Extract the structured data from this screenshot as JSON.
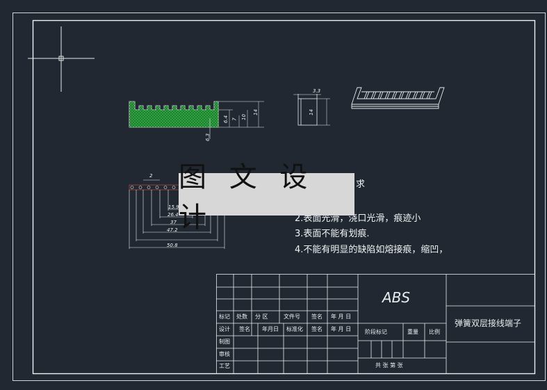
{
  "watermark": {
    "text": "图 文 设 计"
  },
  "requirements": {
    "title_fragment": "求",
    "items": [
      "2.表面光滑，浇口光滑，痕迹小",
      "3.表面不能有划痕.",
      "4.不能有明显的缺陷如熔接痕，缩凹，"
    ]
  },
  "dimensions": {
    "front_view": [
      "6.4",
      "7",
      "10",
      "14",
      "6.3"
    ],
    "side_view": [
      "3.3",
      "14"
    ],
    "bottom_view": [
      "2",
      "15.9",
      "26.4",
      "37",
      "47.2",
      "50.8"
    ]
  },
  "title_block": {
    "material": "ABS",
    "part_name": "弹簧双层接线端子",
    "header_row": [
      "标记",
      "处数",
      "分 区",
      "文件号",
      "签名",
      "年 月 日"
    ],
    "design_row": [
      "设计",
      "签名",
      "年月日",
      "标准化",
      "签名",
      "年 月 日"
    ],
    "stage_labels": [
      "阶段标记",
      "重量",
      "比例"
    ],
    "left_labels": [
      "制图",
      "审核",
      "工艺"
    ],
    "sheet_info": "共  张 第  张"
  },
  "colors": {
    "background": "#212831",
    "lines": "#e8ecef",
    "hatch": "#2ea843",
    "watermark_bg": "#d7d7d7"
  }
}
